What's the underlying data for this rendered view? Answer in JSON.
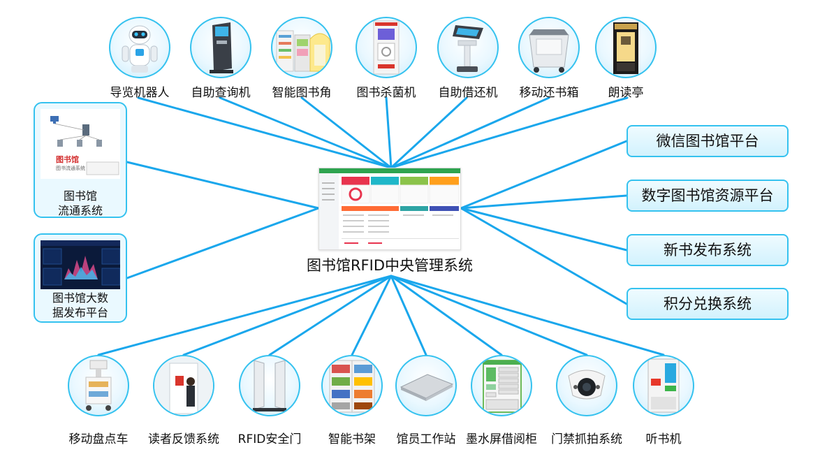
{
  "center": {
    "title": "图书馆RFID中央管理系统"
  },
  "top_devices": [
    {
      "label": "导览机器人",
      "icon": "robot-icon"
    },
    {
      "label": "自助查询机",
      "icon": "kiosk-icon"
    },
    {
      "label": "智能图书角",
      "icon": "book-corner-icon"
    },
    {
      "label": "图书杀菌机",
      "icon": "sterilizer-icon"
    },
    {
      "label": "自助借还机",
      "icon": "self-checkout-icon"
    },
    {
      "label": "移动还书箱",
      "icon": "return-box-icon"
    },
    {
      "label": "朗读亭",
      "icon": "reading-booth-icon"
    }
  ],
  "left_panels": [
    {
      "caption_line1": "图书馆",
      "caption_line2": "流通系统",
      "thumb_title": "图书馆",
      "thumb_subtitle": "图书流通系统"
    },
    {
      "caption_line1": "图书馆大数",
      "caption_line2": "据发布平台"
    }
  ],
  "right_platforms": [
    {
      "label": "微信图书馆平台"
    },
    {
      "label": "数字图书馆资源平台"
    },
    {
      "label": "新书发布系统"
    },
    {
      "label": "积分兑换系统"
    }
  ],
  "bottom_devices": [
    {
      "label": "移动盘点车",
      "icon": "inventory-cart-icon"
    },
    {
      "label": "读者反馈系统",
      "icon": "feedback-terminal-icon"
    },
    {
      "label": "RFID安全门",
      "icon": "security-gate-icon"
    },
    {
      "label": "智能书架",
      "icon": "smart-shelf-icon"
    },
    {
      "label": "馆员工作站",
      "icon": "workstation-pad-icon"
    },
    {
      "label": "墨水屏借阅柜",
      "icon": "eink-locker-icon"
    },
    {
      "label": "门禁抓拍系统",
      "icon": "camera-icon"
    },
    {
      "label": "听书机",
      "icon": "audiobook-kiosk-icon"
    }
  ],
  "colors": {
    "connector": "#1aa7ec",
    "border": "#35c2ef",
    "panel_fill": "#eaf9ff"
  }
}
